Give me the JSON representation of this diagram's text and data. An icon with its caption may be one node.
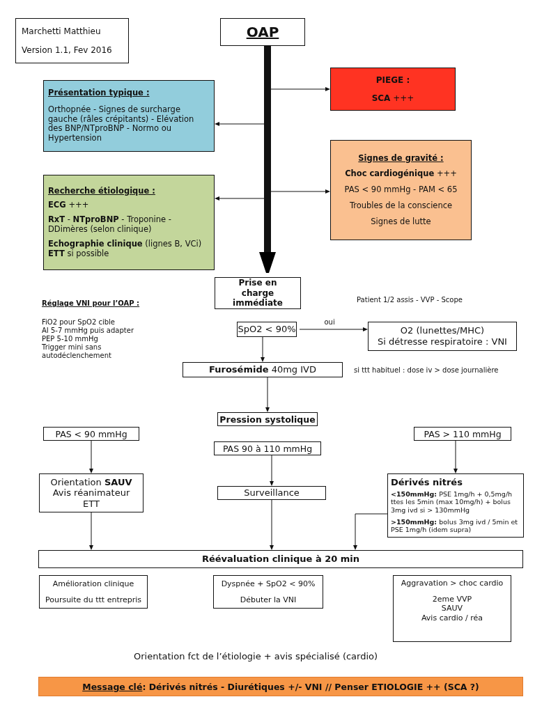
{
  "diagram": {
    "nodes": [
      {
        "text": [
          "Marchetti Matthieu",
          "Version 1.1, Fev 2016"
        ]
      },
      {
        "text": [
          "OAP"
        ]
      },
      {
        "text": [
          "PIEGE :",
          "**SCA** +++"
        ]
      },
      {
        "text": [
          "Présentation typique :",
          "Orthopnée - Signes de surcharge gauche (râles crépitants) - Elévation des BNP/NTproBNP - Normo ou Hypertension"
        ]
      },
      {
        "text": [
          "Signes de gravité :",
          "**Choc cardiogénique** +++",
          "PAS < 90 mmHg - PAM < 65",
          "Troubles de la conscience",
          "Signes de lutte"
        ]
      },
      {
        "text": [
          "Recherche étiologique :",
          "**ECG** +++",
          "**RxT** - **NTproBNP** - Troponine - DDimères (selon clinique)",
          "**Echographie clinique** (lignes B, VCi) **ETT** si possible"
        ]
      },
      {
        "text": [
          "Prise en charge immédiate"
        ]
      },
      {
        "text": [
          "SpO2 < 90%"
        ]
      },
      {
        "text": [
          "O2 (lunettes/MHC)",
          "Si détresse respiratoire : VNI"
        ]
      },
      {
        "text": [
          "**Furosémide** 40mg IVD"
        ]
      },
      {
        "text": [
          "Pression systolique"
        ]
      },
      {
        "text": [
          "PAS < 90 mmHg"
        ]
      },
      {
        "text": [
          "PAS 90 à 110 mmHg"
        ]
      },
      {
        "text": [
          "PAS > 110 mmHg"
        ]
      },
      {
        "text": [
          "Orientation **SAUV**",
          "Avis réanimateur",
          "ETT"
        ]
      },
      {
        "text": [
          "Surveillance"
        ]
      },
      {
        "text": [
          "Dérivés nitrés",
          "**<150mmHg:** PSE 1mg/h + 0,5mg/h ttes les 5min (max 10mg/h) + bolus 3mg ivd si > 130mmHg",
          "**>150mmHg:** bolus 3mg ivd / 5min et PSE 1mg/h (idem supra)"
        ]
      },
      {
        "text": [
          "Réévaluation clinique à 20 min"
        ]
      },
      {
        "text": [
          "Amélioration clinique",
          "Poursuite du ttt entrepris"
        ]
      },
      {
        "text": [
          "Dyspnée + SpO2 < 90%",
          "Débuter la VNI"
        ]
      },
      {
        "text": [
          "Aggravation > choc cardio",
          "2eme VVP",
          "SAUV",
          "Avis cardio / réa"
        ]
      },
      {
        "text": [
          "Message clé",
          ": Dérivés nitrés - Diurétiques +/- VNI // Penser ETIOLOGIE ++ (SCA ?)"
        ]
      }
    ],
    "edges": [
      {
        "from": 1,
        "to": 6,
        "arrow": "to",
        "style": "thick"
      },
      {
        "from": 1,
        "to": 2,
        "arrow": "to"
      },
      {
        "from": 1,
        "to": 3,
        "arrow": "to"
      },
      {
        "from": 1,
        "to": 4,
        "arrow": "to"
      },
      {
        "from": 1,
        "to": 5,
        "arrow": "to"
      },
      {
        "from": 7,
        "to": 8,
        "arrow": "to",
        "label": "oui"
      },
      {
        "from": 7,
        "to": 9,
        "arrow": "to"
      },
      {
        "from": 9,
        "to": 10,
        "arrow": "to"
      },
      {
        "from": 11,
        "to": 14,
        "arrow": "to"
      },
      {
        "from": 12,
        "to": 15,
        "arrow": "to"
      },
      {
        "from": 13,
        "to": 16,
        "arrow": "to"
      },
      {
        "from": 14,
        "to": 17,
        "arrow": "to"
      },
      {
        "from": 15,
        "to": 17,
        "arrow": "to"
      },
      {
        "from": 16,
        "to": 17,
        "arrow": "to"
      }
    ],
    "labels": [
      "Réglage VNI pour l’OAP :",
      "FiO2 pour SpO2 cible",
      "AI 5-7 mmHg puis adapter",
      "PEP 5-10 mmHg",
      "Trigger mini sans autodéclenchement",
      "Patient 1/2 assis - VVP - Scope",
      "si ttt habituel : dose iv > dose journalière",
      "Orientation fct de l’étiologie + avis spécialisé (cardio)"
    ]
  }
}
